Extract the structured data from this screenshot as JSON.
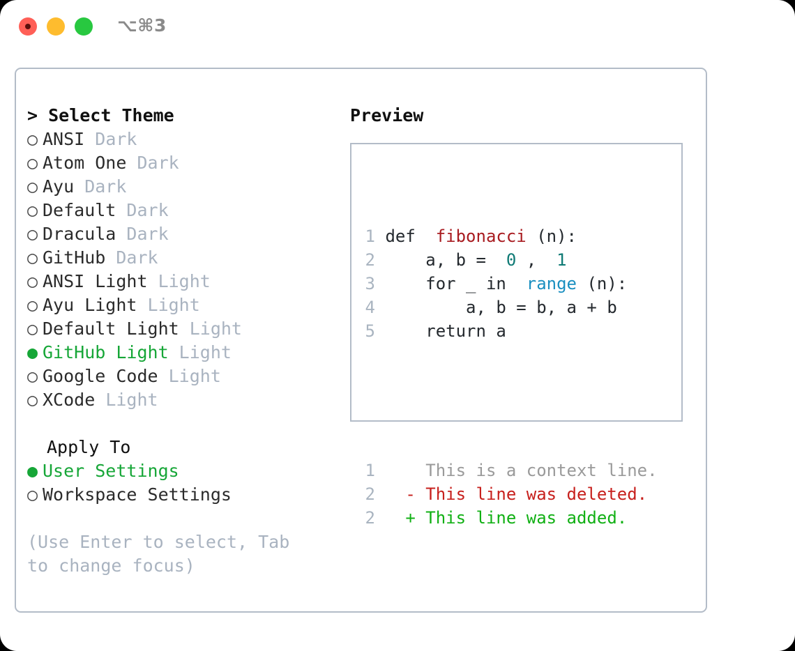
{
  "titlebar": {
    "shortcut": "⌥⌘3",
    "buttons": {
      "close": "close",
      "minimize": "minimize",
      "maximize": "maximize"
    }
  },
  "theme_picker": {
    "heading": "> Select Theme",
    "bullet_on": "●",
    "bullet_off": "○",
    "selected": "GitHub Light",
    "items": [
      {
        "name": "ANSI",
        "tag": "Dark",
        "selected": false
      },
      {
        "name": "Atom One",
        "tag": "Dark",
        "selected": false
      },
      {
        "name": "Ayu",
        "tag": "Dark",
        "selected": false
      },
      {
        "name": "Default",
        "tag": "Dark",
        "selected": false
      },
      {
        "name": "Dracula",
        "tag": "Dark",
        "selected": false
      },
      {
        "name": "GitHub",
        "tag": "Dark",
        "selected": false
      },
      {
        "name": "ANSI Light",
        "tag": "Light",
        "selected": false
      },
      {
        "name": "Ayu Light",
        "tag": "Light",
        "selected": false
      },
      {
        "name": "Default Light",
        "tag": "Light",
        "selected": false
      },
      {
        "name": "GitHub Light",
        "tag": "Light",
        "selected": true
      },
      {
        "name": "Google Code",
        "tag": "Light",
        "selected": false
      },
      {
        "name": "XCode",
        "tag": "Light",
        "selected": false
      }
    ]
  },
  "apply_to": {
    "heading": "Apply To",
    "selected": "User Settings",
    "options": [
      {
        "label": "User Settings",
        "selected": true
      },
      {
        "label": "Workspace Settings",
        "selected": false
      }
    ]
  },
  "hint": "(Use Enter to select, Tab to change focus)",
  "preview": {
    "title": "Preview",
    "code_lines": [
      {
        "num": "1",
        "tokens": [
          {
            "t": "def ",
            "c": "plain"
          },
          {
            "t": "fibonacci",
            "c": "fn"
          },
          {
            "t": "(n):",
            "c": "plain"
          }
        ]
      },
      {
        "num": "2",
        "tokens": [
          {
            "t": "    a, b = ",
            "c": "plain"
          },
          {
            "t": "0",
            "c": "num"
          },
          {
            "t": ", ",
            "c": "plain"
          },
          {
            "t": "1",
            "c": "num"
          }
        ]
      },
      {
        "num": "3",
        "tokens": [
          {
            "t": "    for _ in ",
            "c": "plain"
          },
          {
            "t": "range",
            "c": "call"
          },
          {
            "t": "(n):",
            "c": "plain"
          }
        ]
      },
      {
        "num": "4",
        "tokens": [
          {
            "t": "        a, b = b, a + b",
            "c": "plain"
          }
        ]
      },
      {
        "num": "5",
        "tokens": [
          {
            "t": "    return a",
            "c": "plain"
          }
        ]
      }
    ],
    "diff_lines": [
      {
        "num": "1",
        "marker": " ",
        "text": "This is a context line.",
        "kind": "ctx"
      },
      {
        "num": "2",
        "marker": "-",
        "text": "This line was deleted.",
        "kind": "del"
      },
      {
        "num": "2",
        "marker": "+",
        "text": "This line was added.",
        "kind": "add"
      }
    ]
  },
  "colors": {
    "accent_green": "#16a637",
    "border": "#b3bcc8",
    "muted": "#a9b3c0",
    "fn_red": "#a81b20",
    "num_teal": "#0f7a75",
    "call_blue": "#1a8fc0",
    "diff_del": "#c7201d",
    "diff_add": "#11b014"
  }
}
